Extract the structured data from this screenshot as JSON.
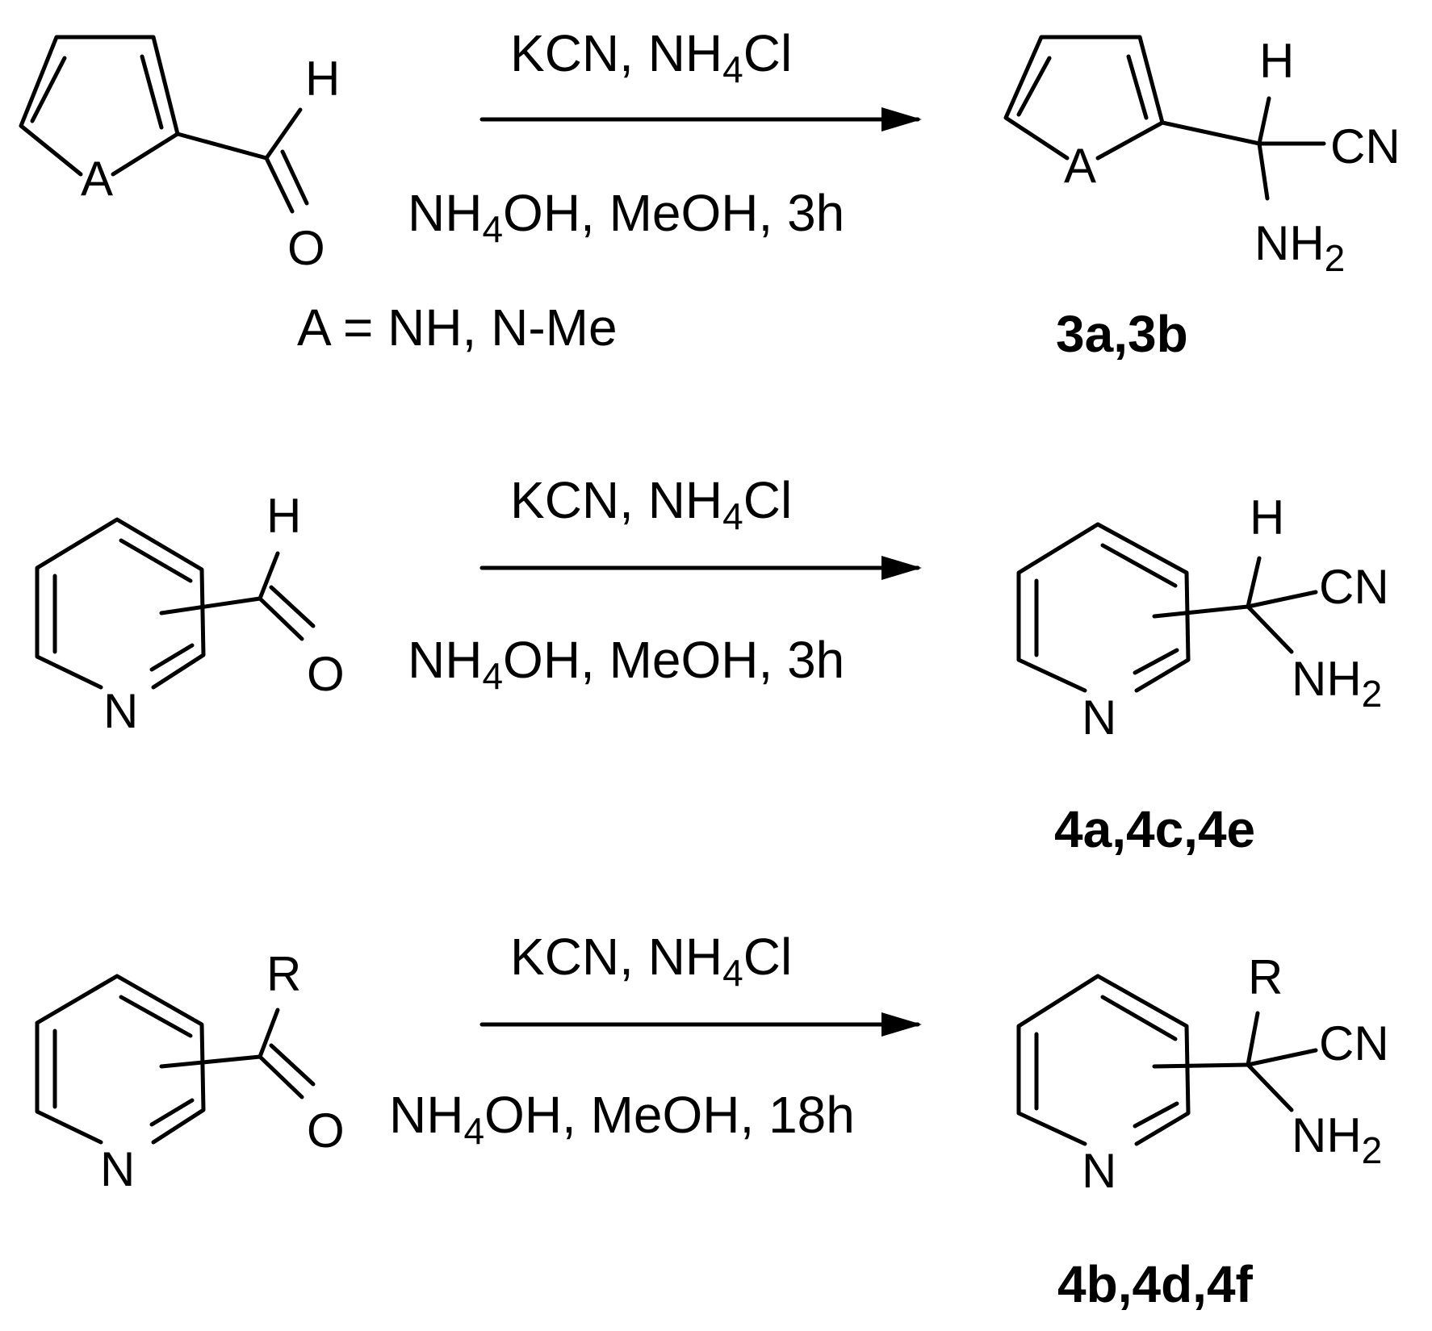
{
  "reactions": [
    {
      "reagents_top": {
        "main": "KCN, NH",
        "sub": "4",
        "tail": "Cl"
      },
      "reagents_bottom": {
        "main": "NH",
        "sub": "4",
        "tail": "OH, MeOH, 3h"
      },
      "reactant": {
        "ring_atom": "A",
        "substituent": "H",
        "carbonyl_o": "O"
      },
      "note": "A = NH, N-Me",
      "product": {
        "ring_atom": "A",
        "substituent": "H",
        "nitrile": "CN",
        "amine": "NH",
        "amine_sub": "2"
      },
      "compound_label": "3a,3b"
    },
    {
      "reagents_top": {
        "main": "KCN, NH",
        "sub": "4",
        "tail": "Cl"
      },
      "reagents_bottom": {
        "main": "NH",
        "sub": "4",
        "tail": "OH, MeOH, 3h"
      },
      "reactant": {
        "ring_atom": "N",
        "substituent": "H",
        "carbonyl_o": "O"
      },
      "product": {
        "ring_atom": "N",
        "substituent": "H",
        "nitrile": "CN",
        "amine": "NH",
        "amine_sub": "2"
      },
      "compound_label": "4a,4c,4e"
    },
    {
      "reagents_top": {
        "main": "KCN, NH",
        "sub": "4",
        "tail": "Cl"
      },
      "reagents_bottom": {
        "main": "NH",
        "sub": "4",
        "tail": "OH, MeOH, 18h"
      },
      "reactant": {
        "ring_atom": "N",
        "substituent": "R",
        "carbonyl_o": "O"
      },
      "product": {
        "ring_atom": "N",
        "substituent": "R",
        "nitrile": "CN",
        "amine": "NH",
        "amine_sub": "2"
      },
      "compound_label": "4b,4d,4f"
    }
  ]
}
